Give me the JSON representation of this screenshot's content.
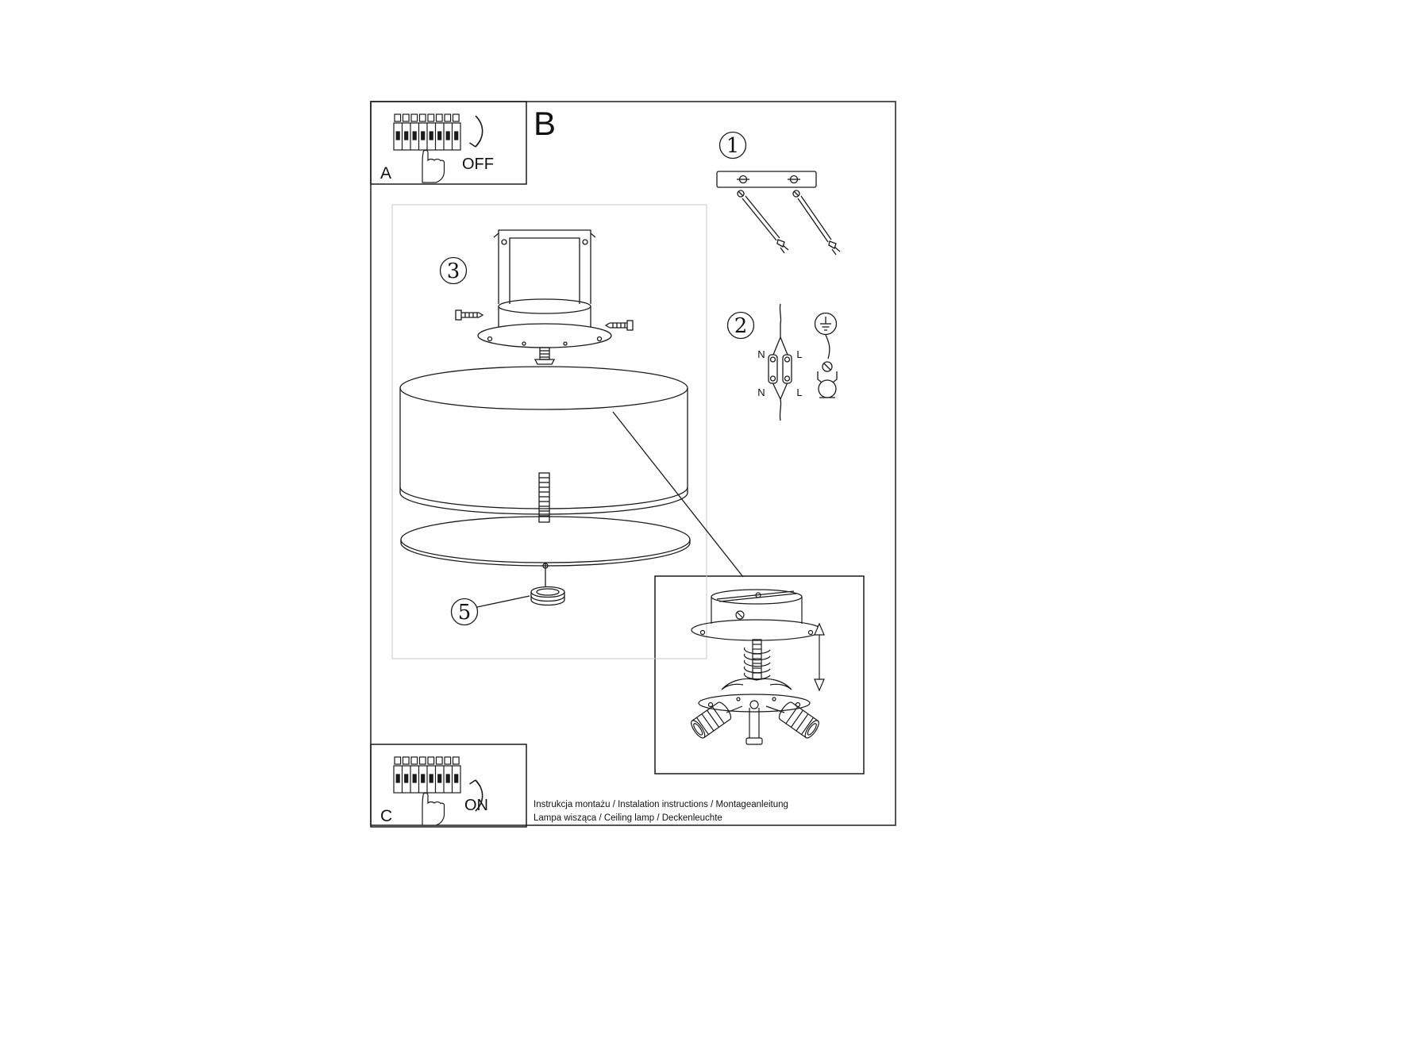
{
  "page": {
    "background": "#ffffff",
    "line_color": "#1a1a1a",
    "faint_line_color": "#c9c9c9"
  },
  "labels": {
    "section_b": "B",
    "panel_a": "A",
    "panel_a_switch": "OFF",
    "panel_c": "C",
    "panel_c_switch": "ON"
  },
  "steps": {
    "step1": "1",
    "step2": "2",
    "step3": "3",
    "step5": "5"
  },
  "wiring": {
    "neutral_top": "N",
    "live_top": "L",
    "neutral_bottom": "N",
    "live_bottom": "L"
  },
  "footer": {
    "line1": "Instrukcja montażu / Instalation instructions / Montageanleitung",
    "line2": "Lampa wisząca / Ceiling lamp / Deckenleuchte"
  },
  "icons": {
    "breaker-row-icon": "circuit breaker strip",
    "hand-press-icon": "hand pressing breaker switch",
    "arrow-down-icon": "curved arrow switching off",
    "arrow-up-icon": "curved arrow switching on",
    "ground-symbol-icon": "protective earth symbol",
    "double-arrow-icon": "up-down adjustment arrow"
  }
}
